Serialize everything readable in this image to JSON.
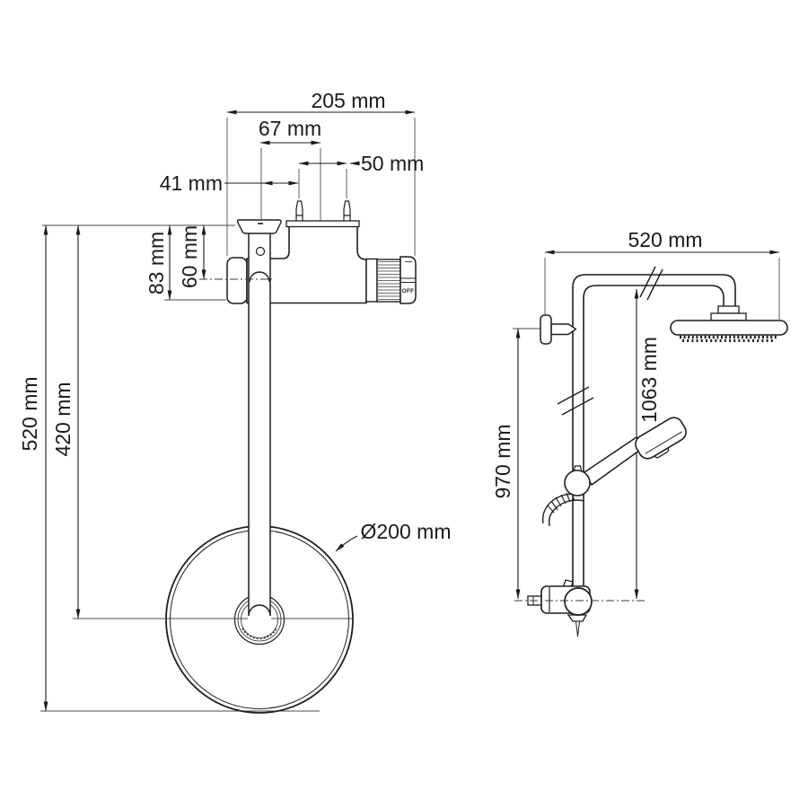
{
  "meta": {
    "background": "#ffffff",
    "line_color": "#1d1d1d",
    "dimension_color": "#1a1a1a",
    "drawing_type": "shower riser rail dimension diagram"
  },
  "left_view": {
    "title": "valve and overhead shower - top/plan view",
    "dims": {
      "total_width": "205 mm",
      "elbow_to_body_center": "67 mm",
      "inlet_spacing": "50 mm",
      "elbow_to_inlet": "41 mm",
      "body_depth": "83 mm",
      "center_depth": "60 mm",
      "drop_total": "520 mm",
      "drop_to_head_center": "420 mm",
      "head_diameter": "Ø200 mm"
    },
    "knob_label": "OFF"
  },
  "right_view": {
    "title": "riser rail - front/side view",
    "dims": {
      "arm_width": "520 mm",
      "bracket_height": "970 mm",
      "overall_height": "1063 mm"
    }
  }
}
